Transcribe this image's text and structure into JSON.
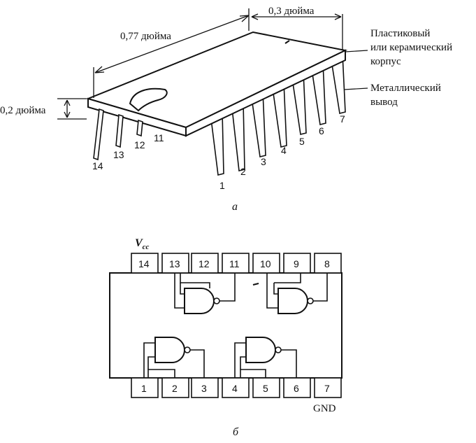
{
  "dimensions": {
    "length": "0,77 дюйма",
    "width": "0,3 дюйма",
    "height": "0,2 дюйма"
  },
  "callouts": {
    "body_line1": "Пластиковый",
    "body_line2": "или керамический",
    "body_line3": "корпус",
    "lead_line1": "Металлический",
    "lead_line2": "вывод"
  },
  "package_pins": [
    "1",
    "2",
    "3",
    "4",
    "5",
    "6",
    "7",
    "14",
    "13",
    "12",
    "11"
  ],
  "schematic": {
    "vcc_main": "V",
    "vcc_sub": "cc",
    "top_pins": [
      "14",
      "13",
      "12",
      "11",
      "10",
      "9",
      "8"
    ],
    "bottom_pins": [
      "1",
      "2",
      "3",
      "4",
      "5",
      "6",
      "7"
    ],
    "gnd": "GND"
  },
  "captions": {
    "a": "а",
    "b": "б"
  }
}
